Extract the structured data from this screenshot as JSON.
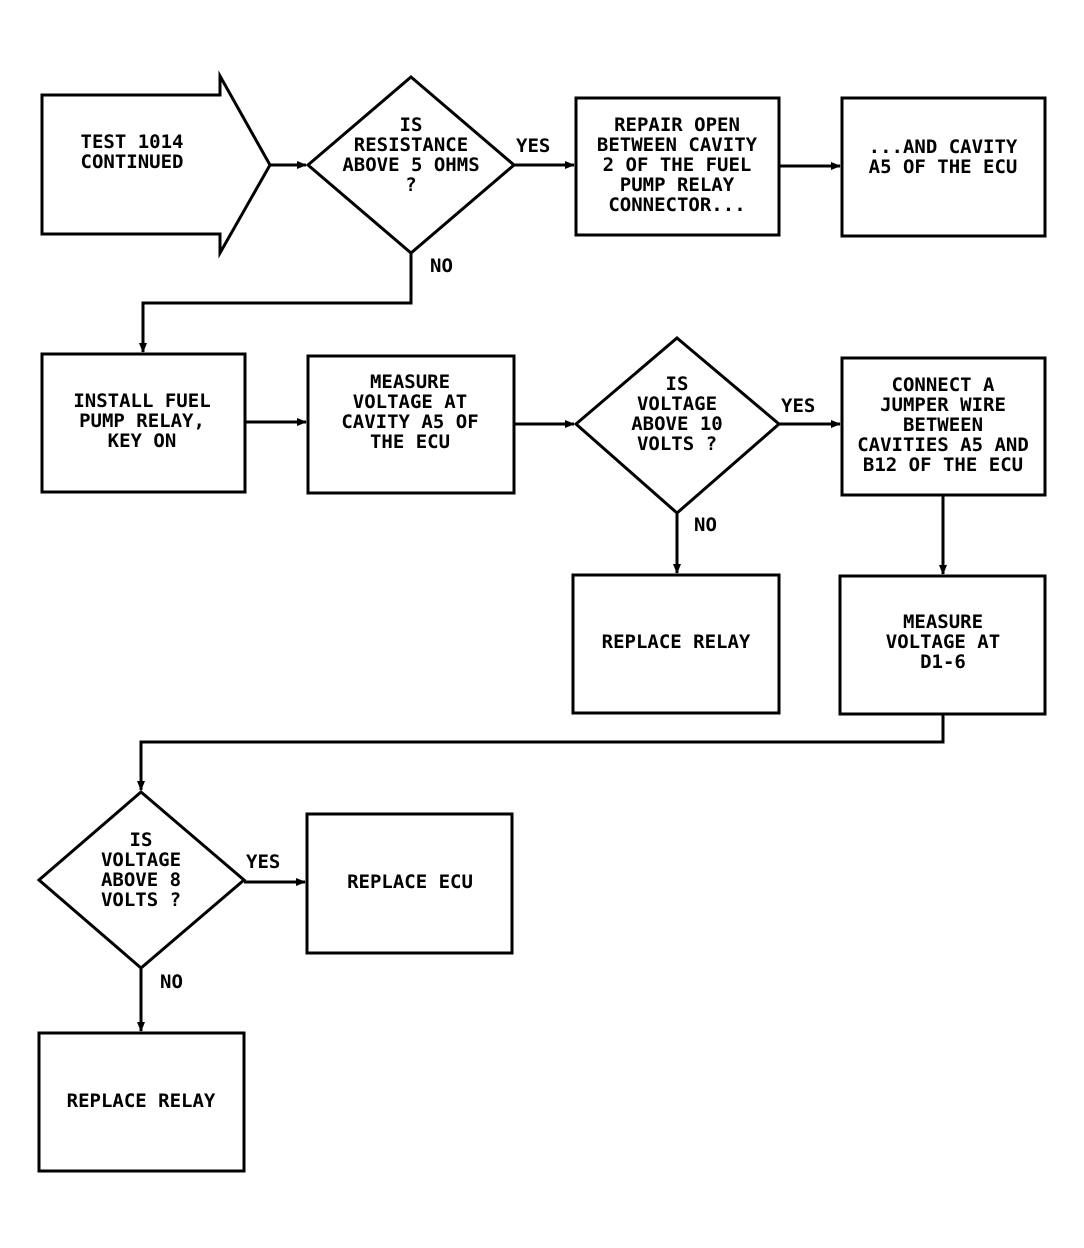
{
  "nodes": {
    "start": {
      "lines": [
        "TEST 1014",
        "CONTINUED"
      ]
    },
    "d_resistance": {
      "lines": [
        "IS",
        "RESISTANCE",
        "ABOVE 5 OHMS",
        "?"
      ]
    },
    "repair_open": {
      "lines": [
        "REPAIR OPEN",
        "BETWEEN CAVITY",
        "2 OF THE FUEL",
        "PUMP RELAY",
        "CONNECTOR..."
      ]
    },
    "cavity_a5": {
      "lines": [
        "...AND CAVITY",
        "A5 OF THE ECU"
      ]
    },
    "install_relay": {
      "lines": [
        "INSTALL FUEL",
        "PUMP RELAY,",
        "KEY ON"
      ]
    },
    "measure_a5": {
      "lines": [
        "MEASURE",
        "VOLTAGE AT",
        "CAVITY A5 OF",
        "THE ECU"
      ]
    },
    "d_voltage10": {
      "lines": [
        "IS",
        "VOLTAGE",
        "ABOVE 10",
        "VOLTS ?"
      ]
    },
    "jumper": {
      "lines": [
        "CONNECT A",
        "JUMPER WIRE",
        "BETWEEN",
        "CAVITIES A5 AND",
        "B12 OF THE ECU"
      ]
    },
    "replace_relay_1": {
      "lines": [
        "REPLACE RELAY"
      ]
    },
    "measure_d1": {
      "lines": [
        "MEASURE",
        "VOLTAGE AT",
        "D1-6"
      ]
    },
    "d_voltage8": {
      "lines": [
        "IS",
        "VOLTAGE",
        "ABOVE 8",
        "VOLTS ?"
      ]
    },
    "replace_ecu": {
      "lines": [
        "REPLACE ECU"
      ]
    },
    "replace_relay_2": {
      "lines": [
        "REPLACE RELAY"
      ]
    }
  },
  "branches": {
    "yes_1": "YES",
    "no_1": "NO",
    "yes_2": "YES",
    "no_2": "NO",
    "yes_3": "YES",
    "no_3": "NO"
  }
}
